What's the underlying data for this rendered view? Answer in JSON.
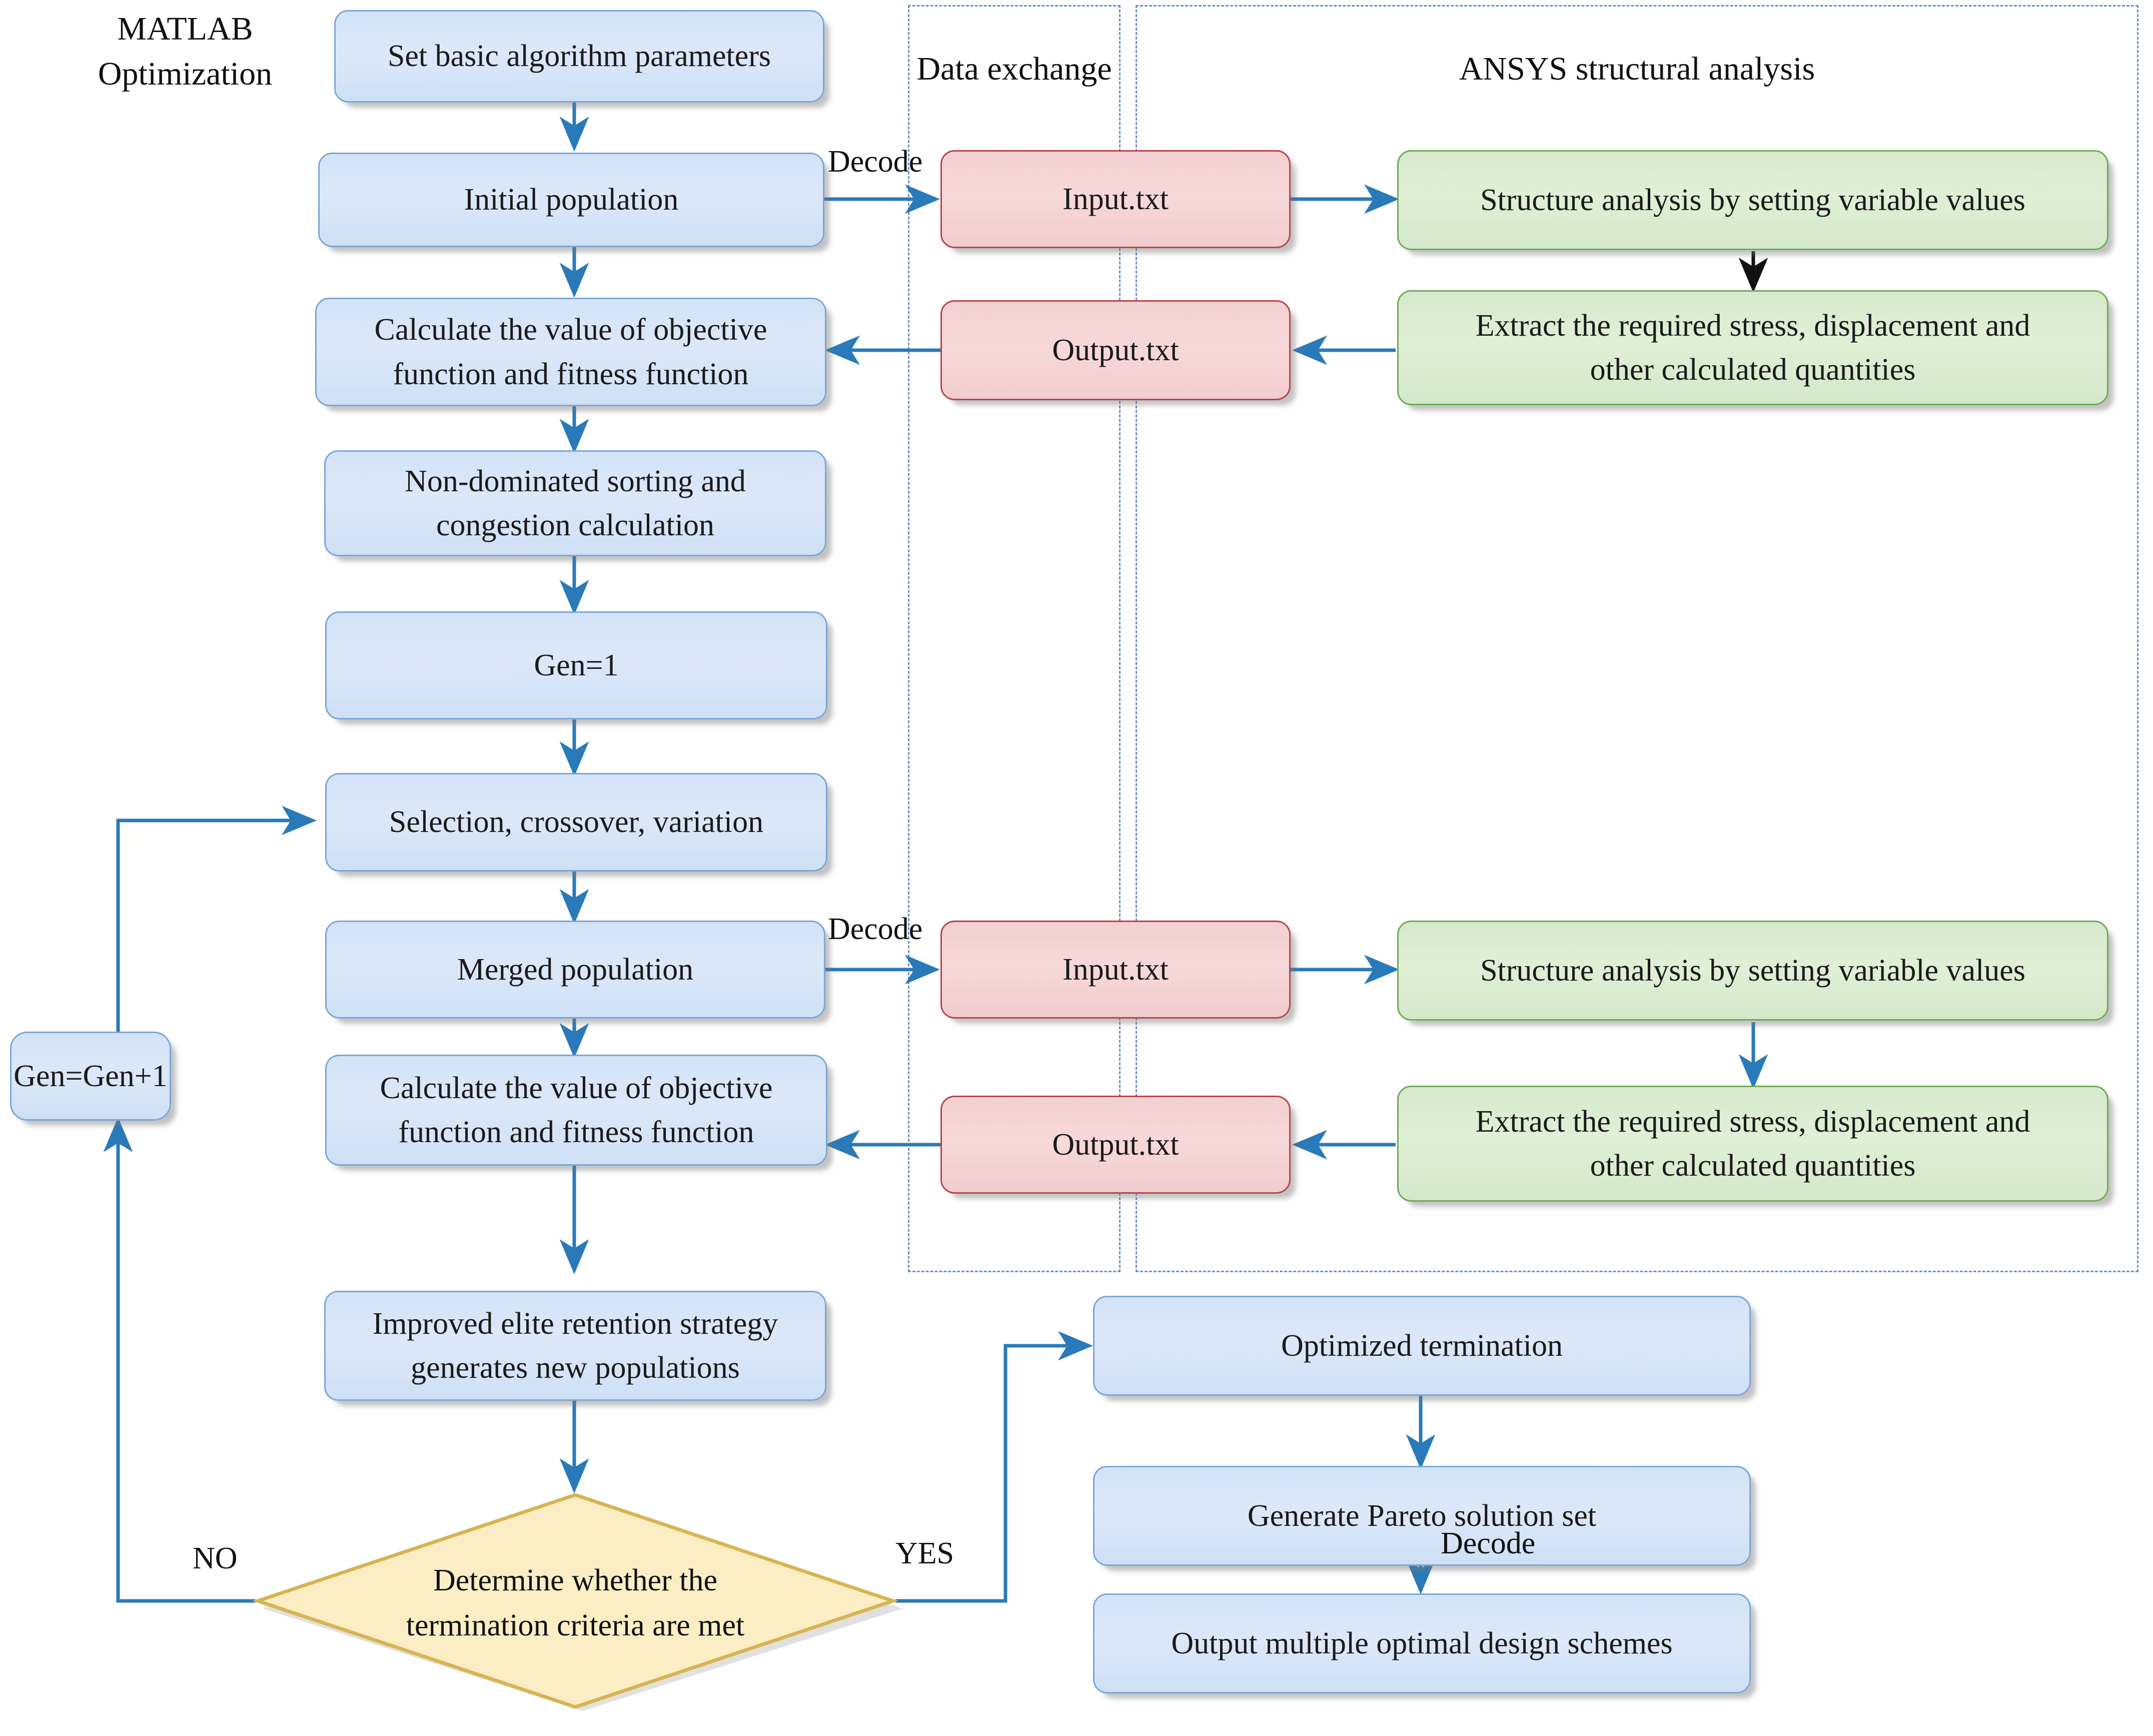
{
  "diagram": {
    "title_left": "MATLAB\nOptimization",
    "title_left_line1": "MATLAB",
    "title_left_line2": "Optimization",
    "groups": [
      {
        "id": "data-exchange",
        "label": "Data exchange"
      },
      {
        "id": "ansys-structural-analysis",
        "label": "ANSYS structural analysis"
      }
    ],
    "nodes": {
      "set_basic": "Set basic algorithm parameters",
      "initial_population": "Initial population",
      "calc_objective_1_line1": "Calculate the value of objective",
      "calc_objective_1_line2": "function and fitness function",
      "nondominated_line1": "Non-dominated sorting and",
      "nondominated_line2": "congestion calculation",
      "gen1": "Gen=1",
      "selection": "Selection, crossover, variation",
      "merged_population": "Merged population",
      "calc_objective_2_line1": "Calculate the value of objective",
      "calc_objective_2_line2": "function and fitness function",
      "elite_line1": "Improved elite retention strategy",
      "elite_line2": "generates new populations",
      "gen_increment": "Gen=Gen+1",
      "decision_line1": "Determine whether the",
      "decision_line2": "termination criteria are met",
      "input_txt_1": "Input.txt",
      "output_txt_1": "Output.txt",
      "input_txt_2": "Input.txt",
      "output_txt_2": "Output.txt",
      "structure_analysis_1": "Structure analysis by setting variable values",
      "extract_1_line1": "Extract the required stress, displacement and",
      "extract_1_line2": "other calculated quantities",
      "structure_analysis_2": "Structure analysis by setting variable values",
      "extract_2_line1": "Extract the required stress, displacement and",
      "extract_2_line2": "other calculated quantities",
      "optimized_termination": "Optimized termination",
      "generate_pareto": "Generate Pareto solution set",
      "output_schemes": "Output multiple optimal design schemes"
    },
    "edge_labels": {
      "decode_top": "Decode",
      "decode_mid": "Decode",
      "decode_bottom": "Decode",
      "no": "NO",
      "yes": "YES"
    },
    "colors": {
      "arrow": "#2a7ab9",
      "arrow_dark": "#111111",
      "blue_fill": "#d7e4f7",
      "blue_border": "#7ba7d7",
      "red_fill": "#f4d2d4",
      "red_border": "#b5464c",
      "green_fill": "#dbeed3",
      "green_border": "#71aa54",
      "diamond_fill": "#fbeec4",
      "diamond_border": "#d8b451",
      "group_border": "#6f8fc4",
      "text": "#111111",
      "background": "#ffffff"
    }
  }
}
